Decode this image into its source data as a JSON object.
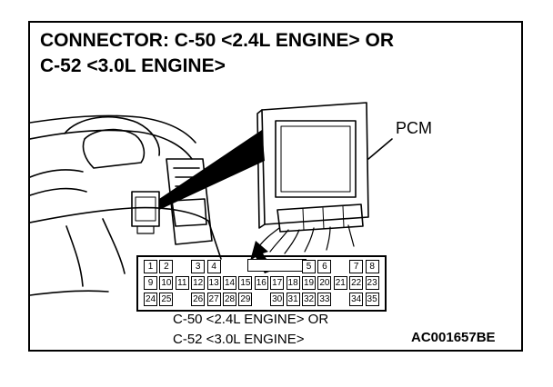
{
  "title": {
    "line1": "CONNECTOR: C-50 <2.4L ENGINE> OR",
    "line2": "C-52 <3.0L ENGINE>"
  },
  "pcm_label": "PCM",
  "connector": {
    "rows": [
      [
        "1",
        "2",
        "",
        "3",
        "4",
        "",
        "",
        "",
        "",
        "",
        "5",
        "6",
        "",
        "7",
        "8"
      ],
      [
        "9",
        "10",
        "11",
        "12",
        "13",
        "14",
        "15",
        "16",
        "17",
        "18",
        "19",
        "20",
        "21",
        "22",
        "23"
      ],
      [
        "24",
        "25",
        "",
        "26",
        "27",
        "28",
        "29",
        "",
        "30",
        "31",
        "32",
        "33",
        "",
        "34",
        "35"
      ]
    ]
  },
  "caption": {
    "line1": "C-50 <2.4L ENGINE> OR",
    "line2": "C-52 <3.0L ENGINE>"
  },
  "figure_code": "AC001657BE"
}
